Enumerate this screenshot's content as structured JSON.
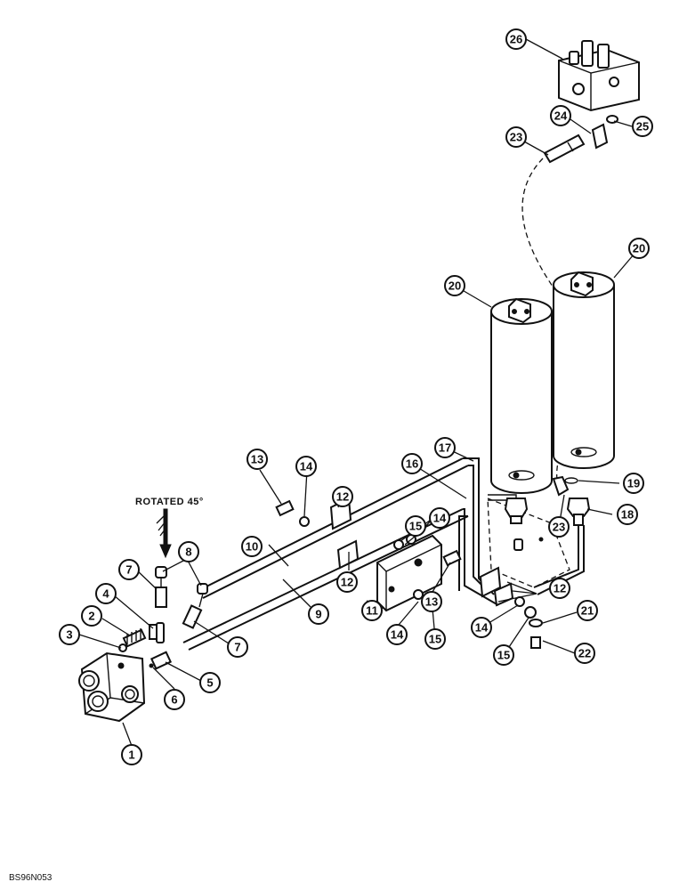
{
  "figure": {
    "rotation_note": "ROTATED 45°",
    "figure_code": "BS96N053"
  },
  "callouts": [
    "1",
    "2",
    "3",
    "4",
    "5",
    "6",
    "7",
    "7",
    "8",
    "9",
    "10",
    "11",
    "12",
    "12",
    "12",
    "13",
    "13",
    "14",
    "14",
    "14",
    "14",
    "15",
    "15",
    "15",
    "16",
    "17",
    "18",
    "19",
    "20",
    "20",
    "21",
    "22",
    "23",
    "23",
    "24",
    "25",
    "26"
  ]
}
